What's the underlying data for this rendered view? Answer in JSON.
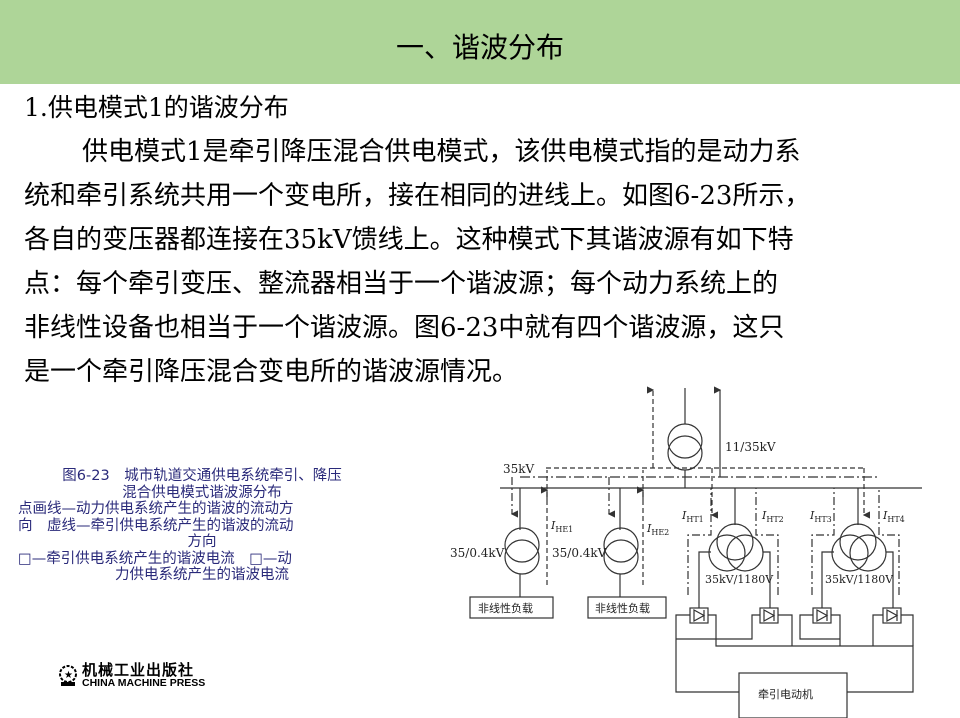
{
  "header": {
    "title": "一、谐波分布",
    "color": "#aed598"
  },
  "subheading": "1.供电模式1的谐波分布",
  "paragraph_lines": [
    "供电模式1是牵引降压混合供电模式，该供电模式指的是动力系",
    "统和牵引系统共用一个变电所，接在相同的进线上。如图6-23所示，",
    "各自的变压器都连接在35kV馈线上。这种模式下其谐波源有如下特",
    "点：每个牵引变压、整流器相当于一个谐波源；每个动力系统上的",
    "非线性设备也相当于一个谐波源。图6-23中就有四个谐波源，这只",
    "是一个牵引降压混合变电所的谐波源情况。"
  ],
  "caption_lines": [
    "图6-23　城市轨道交通供电系统牵引、降压",
    "混合供电模式谐波源分布",
    "点画线—动力供电系统产生的谐波的流动方",
    "向　虚线—牵引供电系统产生的谐波的流动",
    "方向",
    "□—牵引供电系统产生的谐波电流　□—动",
    "力供电系统产生的谐波电流"
  ],
  "publisher": {
    "name_cn": "机械工业出版社",
    "name_en": "CHINA MACHINE PRESS"
  },
  "diagram": {
    "main_transformer": "11/35kV",
    "bus": "35kV",
    "power_transformer": "35/0.4kV",
    "traction_transformer": "35kV/1180V",
    "load": "非线性负载",
    "motor": "牵引电动机",
    "currents": {
      "he1": "HE1",
      "he2": "HE2",
      "ht1": "HT1",
      "ht2": "HT2",
      "ht3": "HT3",
      "ht4": "HT4"
    },
    "current_symbol": "I"
  }
}
